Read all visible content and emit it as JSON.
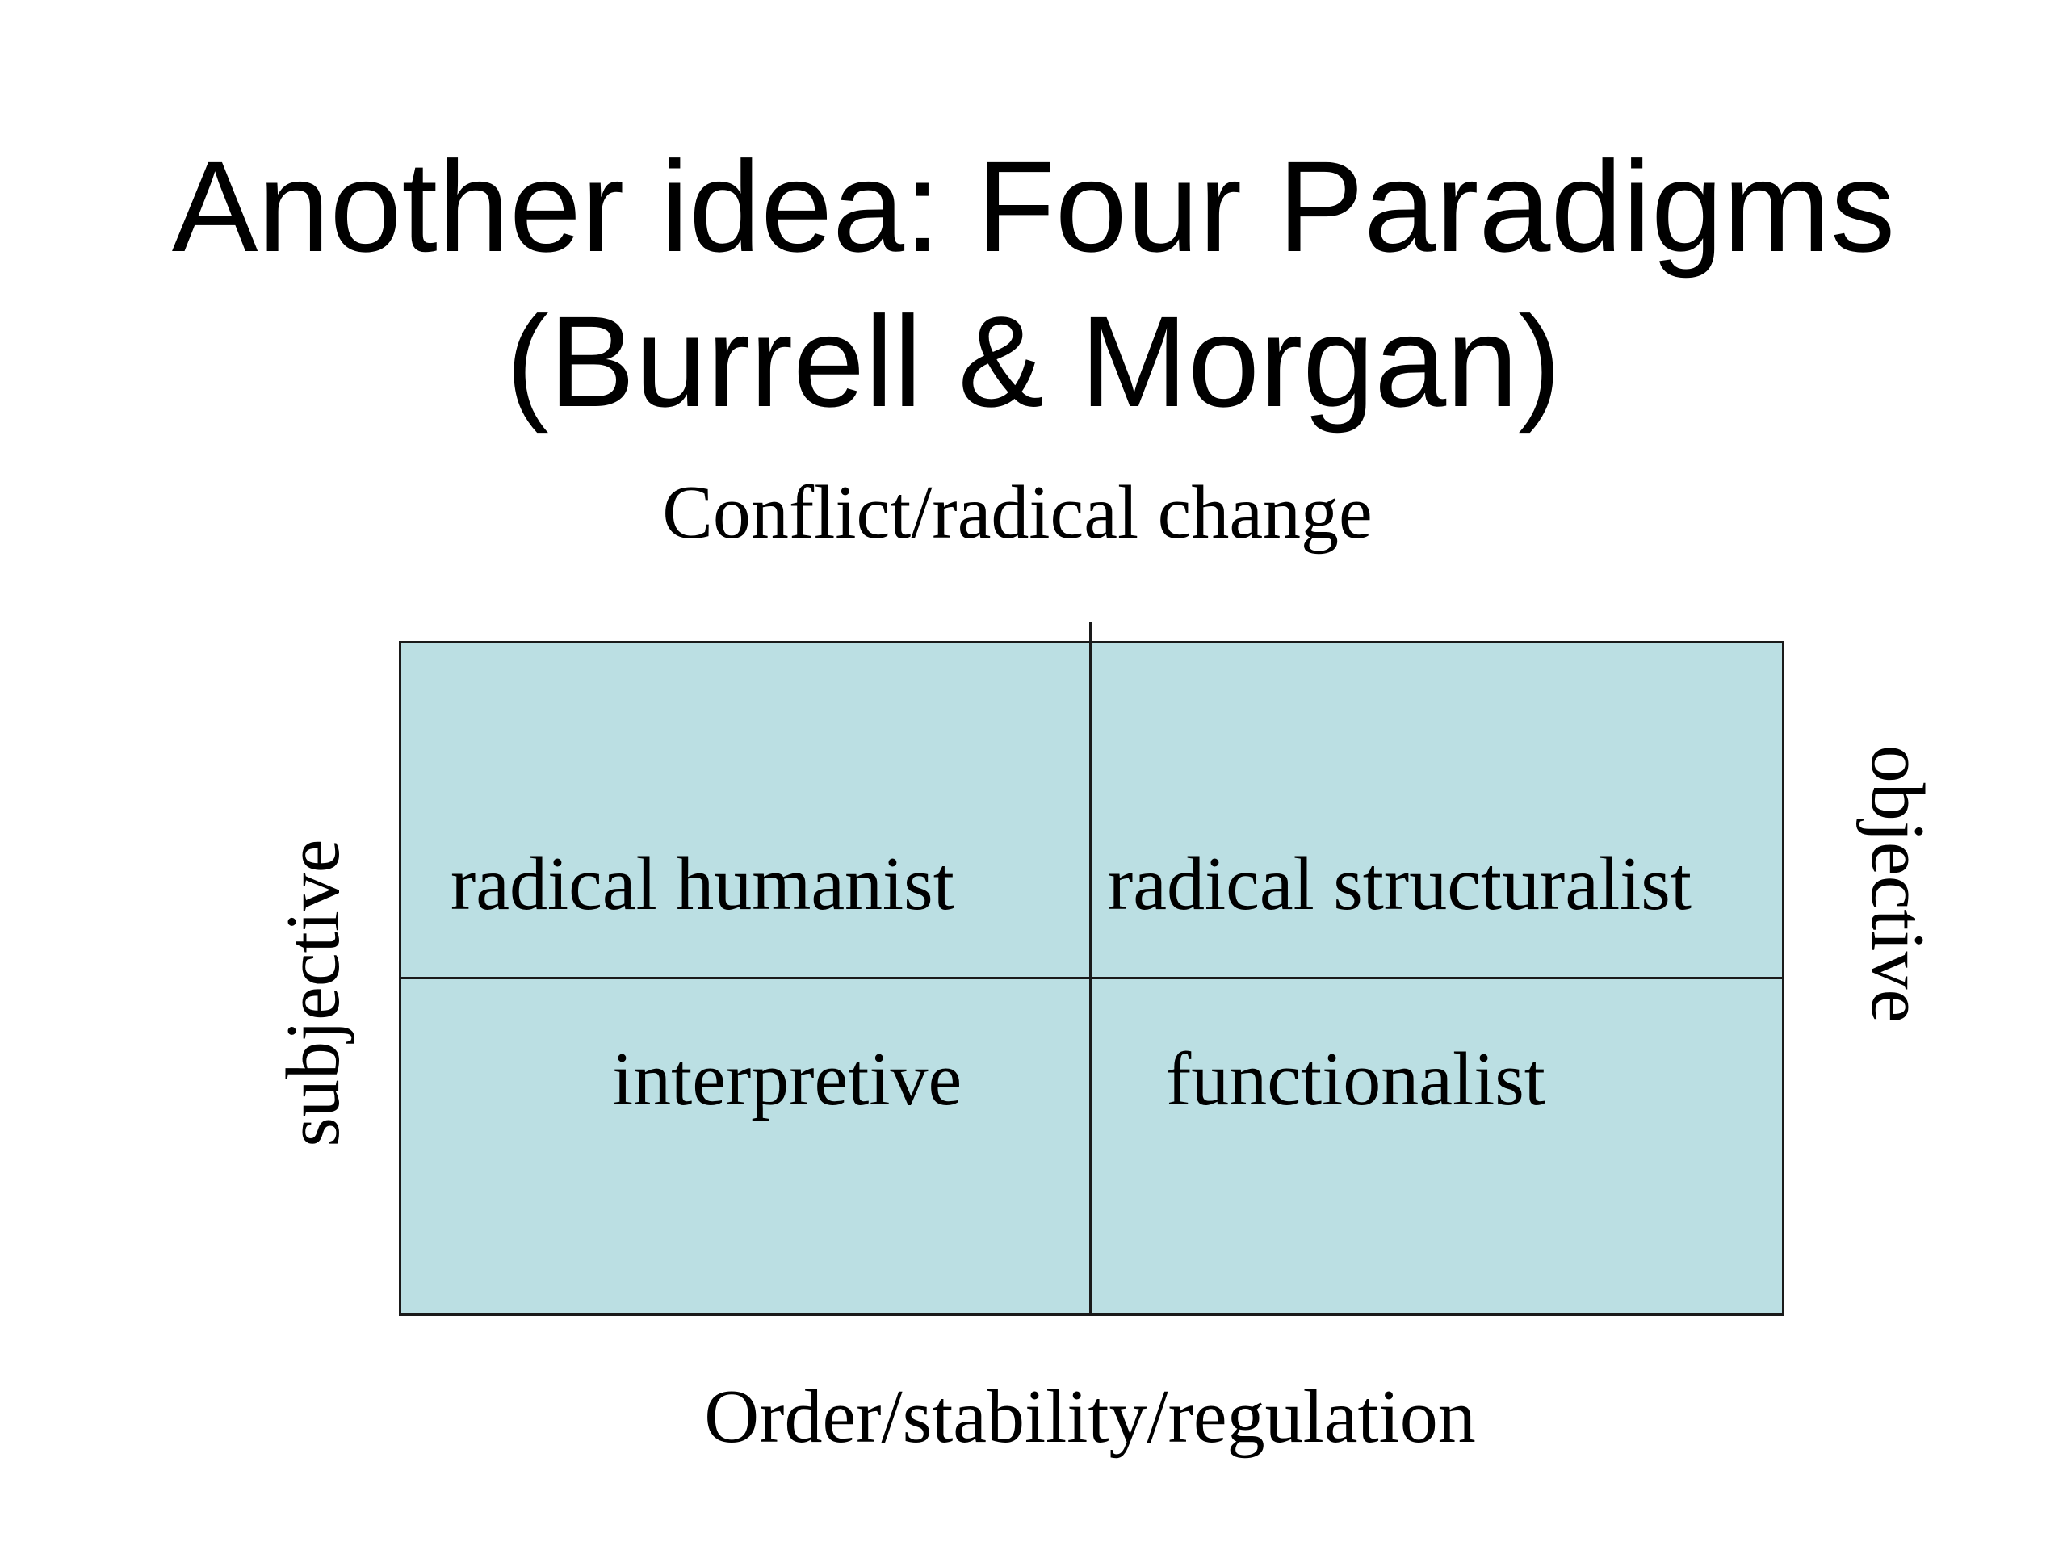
{
  "title": {
    "line1": "Another idea: Four Paradigms",
    "line2": "(Burrell & Morgan)"
  },
  "axes": {
    "top": "Conflict/radical change",
    "bottom": "Order/stability/regulation",
    "left": "subjective",
    "right": "objective"
  },
  "quadrants": {
    "top_left": "radical humanist",
    "top_right": "radical structuralist",
    "bottom_left": "interpretive",
    "bottom_right": "functionalist"
  },
  "colors": {
    "quadrant_fill": "#bbdfe3",
    "lines": "#1a1a1a",
    "background": "#ffffff"
  }
}
